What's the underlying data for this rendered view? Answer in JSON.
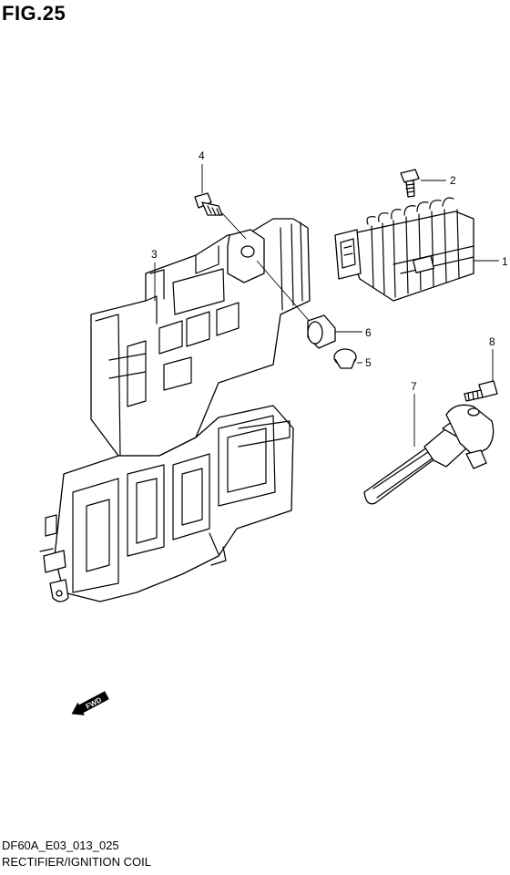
{
  "figure_label": "FIG.25",
  "callouts": [
    {
      "id": "1",
      "label": "1"
    },
    {
      "id": "2",
      "label": "2"
    },
    {
      "id": "3",
      "label": "3"
    },
    {
      "id": "4",
      "label": "4"
    },
    {
      "id": "5",
      "label": "5"
    },
    {
      "id": "6",
      "label": "6"
    },
    {
      "id": "7",
      "label": "7"
    },
    {
      "id": "8",
      "label": "8"
    }
  ],
  "fwd_arrow_text": "FWD",
  "diagram_code": "DF60A_E03_013_025",
  "caption": "RECTIFIER/IGNITION COIL"
}
